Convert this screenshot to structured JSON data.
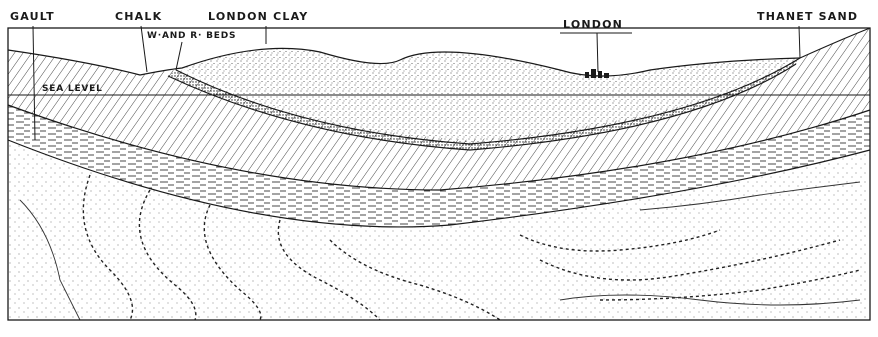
{
  "labels": {
    "gault": "GAULT",
    "chalk": "CHALK",
    "london_clay": "LONDON CLAY",
    "w_r_beds": "W·AND R· BEDS",
    "london": "LONDON",
    "thanet_sand": "THANET SAND",
    "sea_level": "SEA LEVEL"
  },
  "colors": {
    "ink": "#1a1a1a",
    "paper": "#ffffff"
  }
}
